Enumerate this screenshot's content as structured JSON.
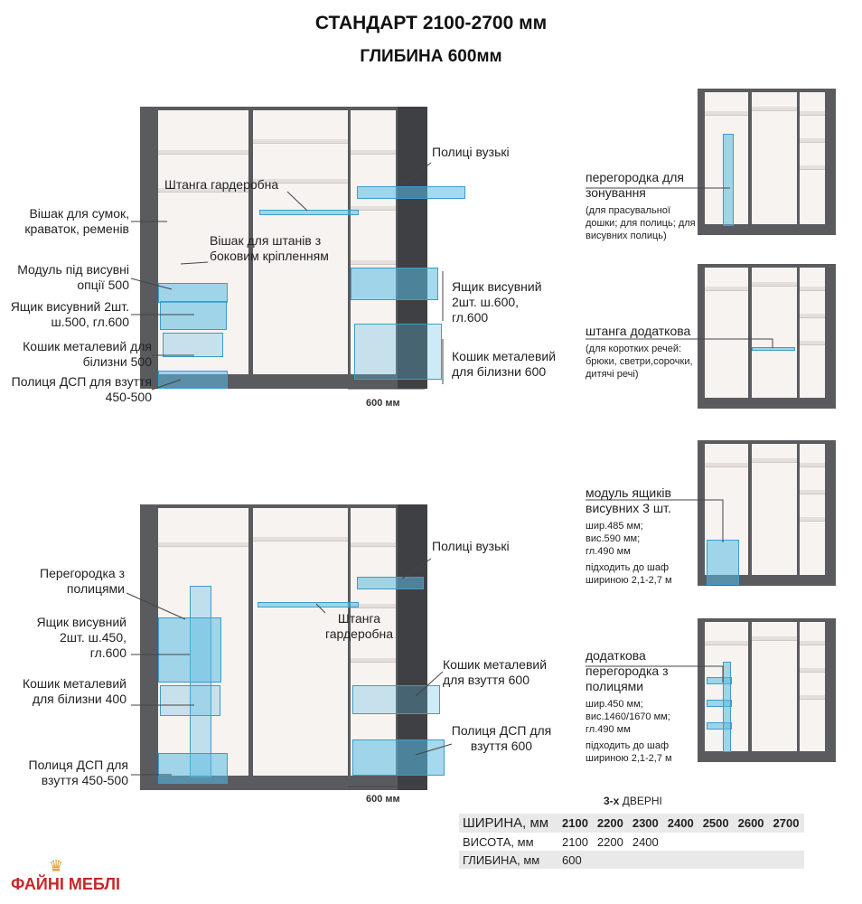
{
  "header": {
    "title": "СТАНДАРТ  2100-2700 мм",
    "subtitle": "ГЛИБИНА 600мм"
  },
  "wardrobe1": {
    "labels": {
      "bag_hanger": "Вішак для сумок, краваток, ременів",
      "rod": "Штанга гардеробна",
      "pants_hanger": "Вішак для штанів з боковим кріпленням",
      "narrow_shelves": "Полиці вузькі",
      "module": "Модуль під висувні опції 500",
      "drawer": "Ящик висувний 2шт. ш.500, гл.600",
      "basket": "Кошик металевий для білизни 500",
      "shoe_shelf": "Полиця ДСП для взуття 450-500",
      "drawer_right": "Ящик висувний 2шт. ш.600, гл.600",
      "basket_right": "Кошик металевий для білизни 600"
    },
    "dimension": "600 мм"
  },
  "wardrobe2": {
    "labels": {
      "partition": "Перегородка з полицями",
      "narrow_shelves": "Полиці вузькі",
      "rod": "Штанга гардеробна",
      "drawer": "Ящик висувний 2шт. ш.450, гл.600",
      "basket": "Кошик металевий для білизни 400",
      "shoe_basket": "Кошик металевий для взуття 600",
      "shoe_shelf_right": "Полиця ДСП для взуття 600",
      "shoe_shelf": "Полиця ДСП для взуття 450-500"
    },
    "dimension": "600 мм"
  },
  "options": [
    {
      "title": "перегородка для зонування",
      "details": "(для прасувальної дошки; для полиць; для висувних полиць)"
    },
    {
      "title": "штанга додаткова",
      "details": "(для коротких речей: брюки, светри,сорочки, дитячі речі)"
    },
    {
      "title": "модуль ящиків висувних 3 шт.",
      "details": "шир.485 мм; вис.590 мм; гл.490 мм",
      "note": "підходить до шаф шириною 2,1-2,7 м"
    },
    {
      "title": "додаткова перегородка з полицями",
      "details": "шир.450 мм; вис.1460/1670 мм; гл.490 мм",
      "note": "підходить до шаф шириною 2,1-2,7 м"
    }
  ],
  "specs": {
    "caption_bold": "3-х",
    "caption": "ДВЕРНІ",
    "rows": [
      {
        "label": "ШИРИНА, мм",
        "values": [
          "2100",
          "2200",
          "2300",
          "2400",
          "2500",
          "2600",
          "2700"
        ]
      },
      {
        "label": "ВИСОТА, мм",
        "values": [
          "2100",
          "2200",
          "2400"
        ]
      },
      {
        "label": "ГЛИБИНА, мм",
        "values": [
          "600"
        ]
      }
    ]
  },
  "brand": {
    "name": "ФАЙНІ МЕБЛІ"
  },
  "colors": {
    "frame": "#5a5b5f",
    "accent": "#5ab9e1",
    "brand": "#c62828"
  }
}
